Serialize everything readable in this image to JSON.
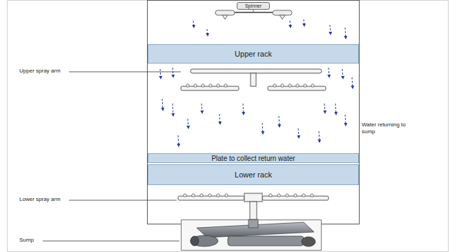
{
  "diagram": {
    "nodes": [
      {
        "text": [
          "Spinner"
        ]
      },
      {
        "text": [
          "Upper rack"
        ]
      },
      {
        "text": [
          "Plate to collect return water"
        ]
      },
      {
        "text": [
          "Lower rack"
        ]
      }
    ],
    "labels": [
      "Upper spray arm",
      "Water returning to sump",
      "Lower spray arm",
      "Sump"
    ]
  }
}
